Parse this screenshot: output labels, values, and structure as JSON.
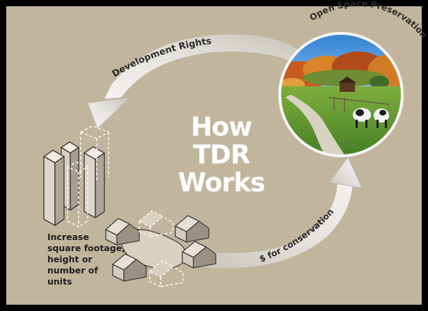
{
  "colors": {
    "frame": "#000000",
    "background": "#c1b59d",
    "arrow": "#dcdad6",
    "title_text": "#ffffff",
    "label_text": "#2b2b2b",
    "path_blob": "#d9d0bd"
  },
  "diagram": {
    "title_lines": [
      "How",
      "TDR",
      "Works"
    ],
    "arrow_labels": {
      "development_rights": "Development Rights",
      "conservation_funds": "$ for conservation",
      "open_space": "Open Space Preservation"
    },
    "caption_lines": [
      "Increase",
      "square footage,",
      "height or",
      "number of",
      "units"
    ],
    "icons": {
      "photo": "pasture-cows-photo",
      "towers": "tall-buildings-icon",
      "houses": "house-cluster-icon"
    }
  }
}
